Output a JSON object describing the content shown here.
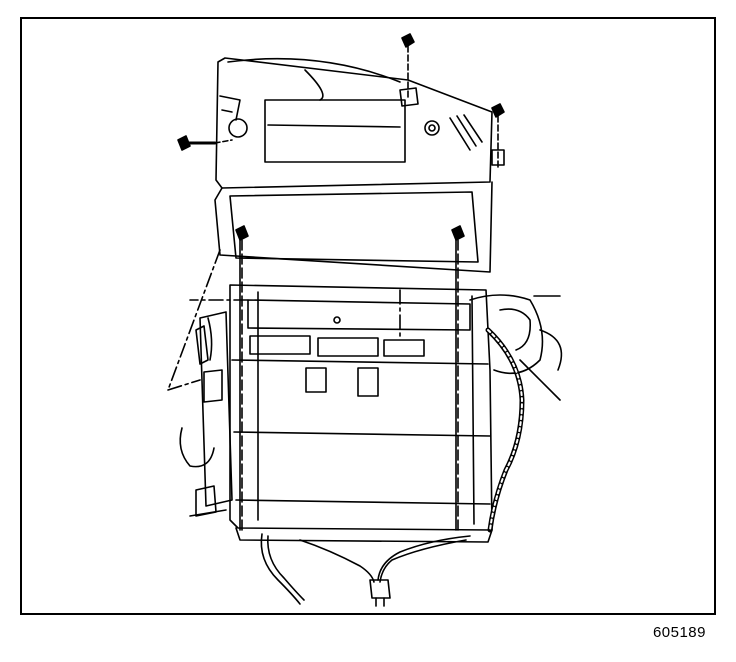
{
  "figure": {
    "id_label": "605189",
    "line_color": "#000000",
    "background": "#ffffff"
  },
  "parts": {
    "cover": "cover-panel",
    "fasteners": [
      "bolt-left",
      "bolt-top",
      "bolt-top-right",
      "screw-mid-left",
      "screw-mid-right"
    ],
    "housing": "heater-housing",
    "harness": "wiring-harness",
    "connector": "harness-connector"
  }
}
